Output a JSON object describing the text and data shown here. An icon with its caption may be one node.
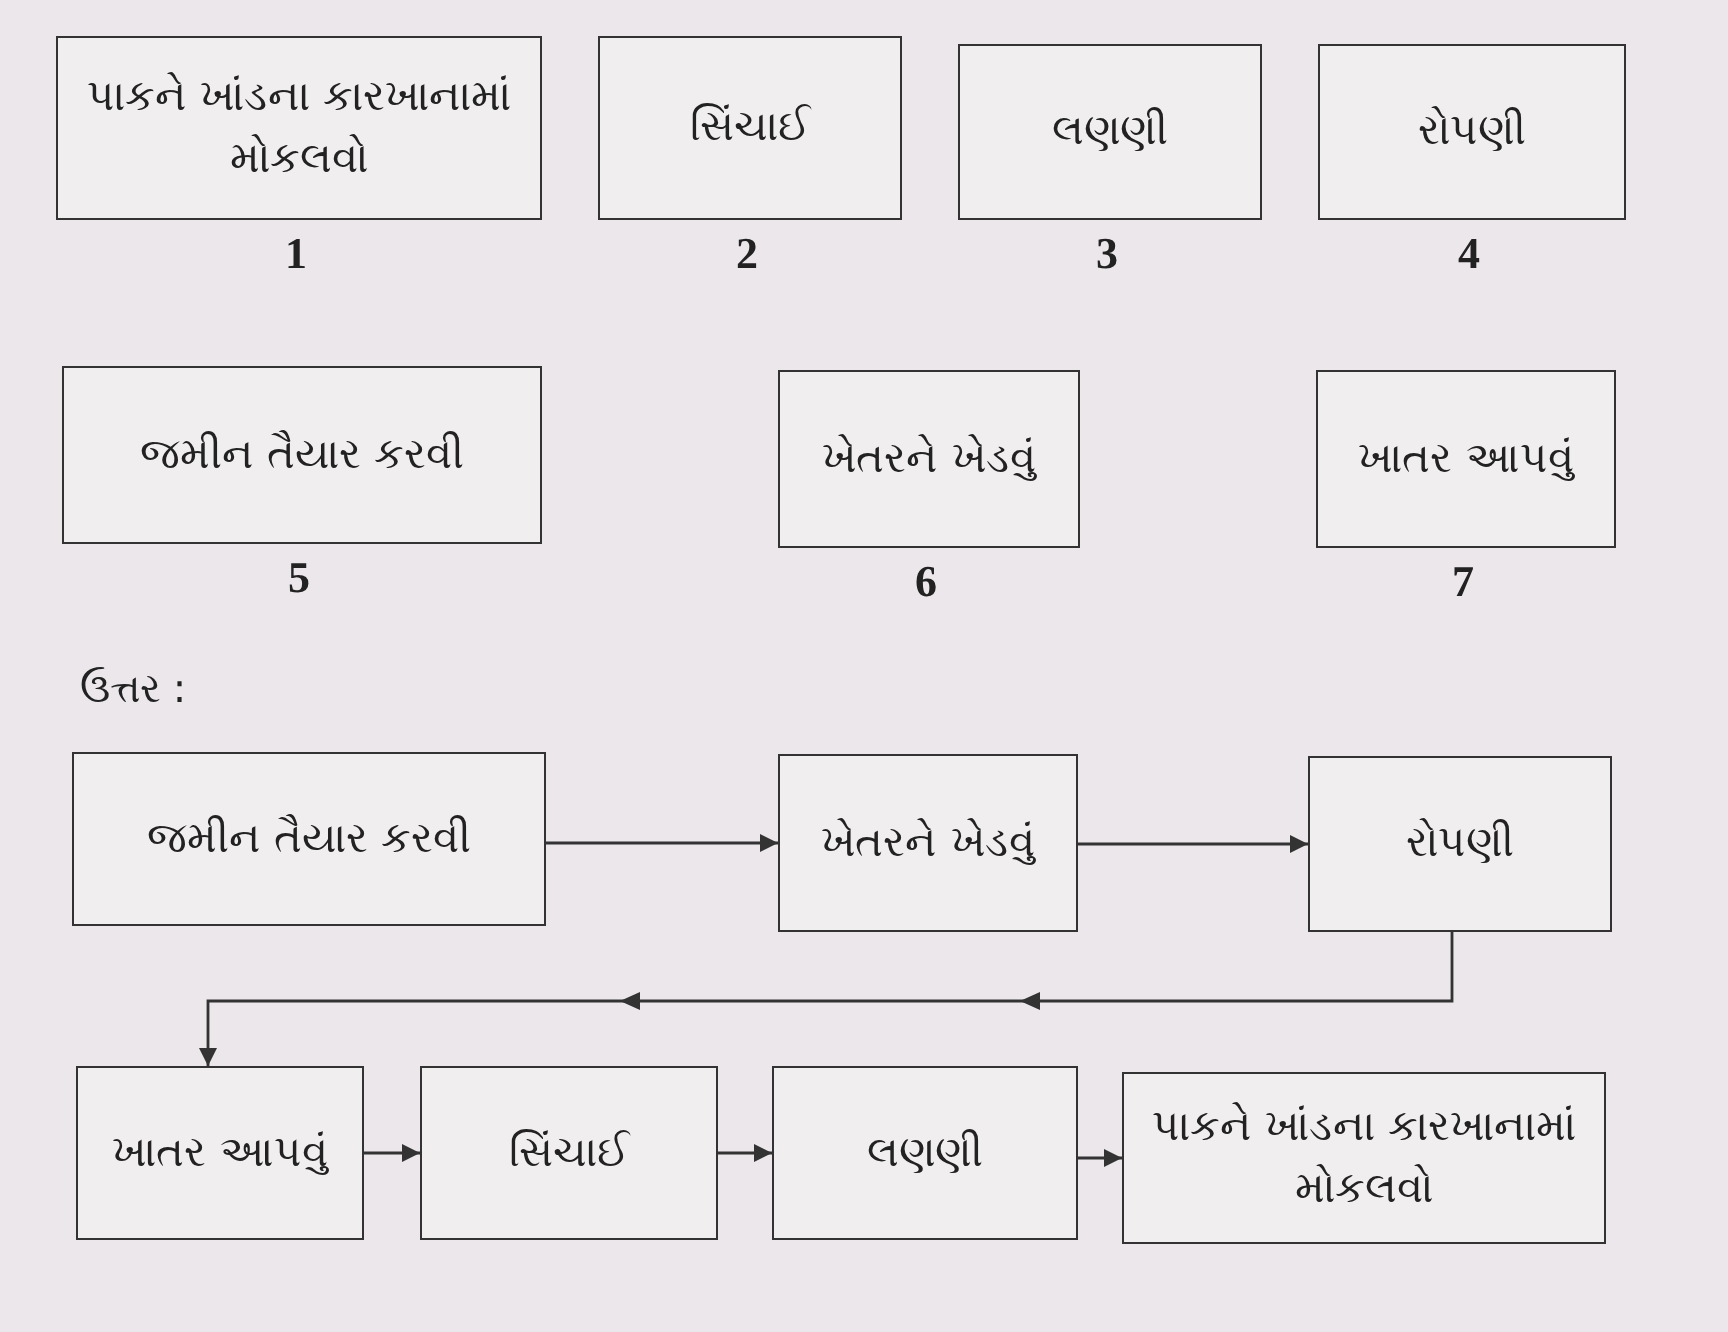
{
  "diagram": {
    "nodes": [
      {
        "text": [
          "પાકને ખાંડના કારખાનામાં મોકલવો"
        ],
        "beside": [
          "1"
        ]
      },
      {
        "text": [
          "સિંચાઈ"
        ],
        "beside": [
          "2"
        ]
      },
      {
        "text": [
          "લણણી"
        ],
        "beside": [
          "3"
        ]
      },
      {
        "text": [
          "રોપણી"
        ],
        "beside": [
          "4"
        ]
      },
      {
        "text": [
          "જમીન તૈયાર કરવી"
        ],
        "beside": [
          "5"
        ]
      },
      {
        "text": [
          "ખેતરને ખેડવું"
        ],
        "beside": [
          "6"
        ]
      },
      {
        "text": [
          "ખાતર આપવું"
        ],
        "beside": [
          "7"
        ]
      },
      {
        "text": [
          "જમીન તૈયાર કરવી"
        ]
      },
      {
        "text": [
          "ખેતરને ખેડવું"
        ]
      },
      {
        "text": [
          "રોપણી"
        ]
      },
      {
        "text": [
          "ખાતર આપવું"
        ]
      },
      {
        "text": [
          "સિંચાઈ"
        ]
      },
      {
        "text": [
          "લણણી"
        ]
      },
      {
        "text": [
          "પાકને ખાંડના કારખાનામાં મોકલવો"
        ]
      }
    ],
    "edges": [
      {
        "from": 7,
        "to": 8,
        "arrow": "to"
      },
      {
        "from": 8,
        "to": 9,
        "arrow": "to"
      },
      {
        "from": 9,
        "to": 10,
        "arrow": "to"
      },
      {
        "from": 10,
        "to": 11,
        "arrow": "to"
      },
      {
        "from": 11,
        "to": 12,
        "arrow": "to"
      },
      {
        "from": 12,
        "to": 13,
        "arrow": "to"
      }
    ],
    "labels": [
      "ઉત્તર :"
    ]
  }
}
